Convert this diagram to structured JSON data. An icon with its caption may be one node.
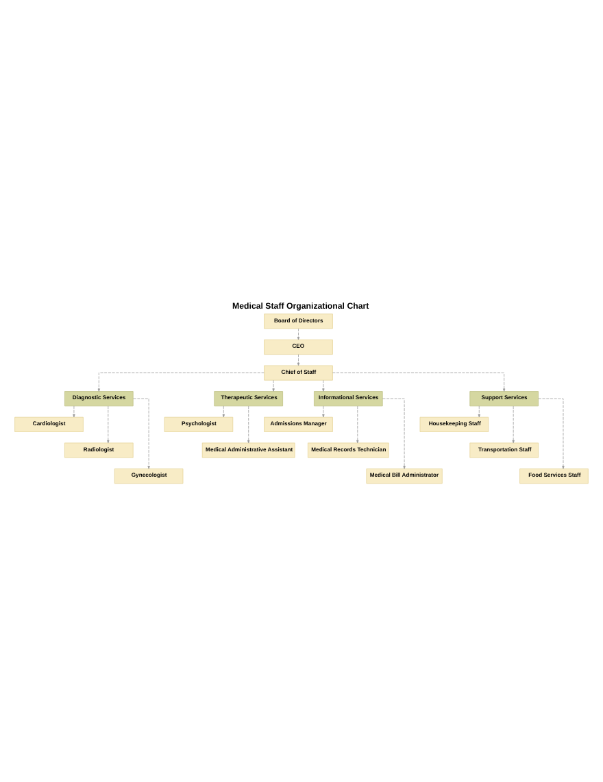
{
  "diagram": {
    "title": "Medical Staff Organizational Chart",
    "nodes": [
      {
        "text": [
          "Board of Directors"
        ]
      },
      {
        "text": [
          "CEO"
        ]
      },
      {
        "text": [
          "Chief of Staff"
        ]
      },
      {
        "text": [
          "Diagnostic Services"
        ]
      },
      {
        "text": [
          "Cardiologist"
        ]
      },
      {
        "text": [
          "Radiologist"
        ]
      },
      {
        "text": [
          "Gynecologist"
        ]
      },
      {
        "text": [
          "Therapeutic Services"
        ]
      },
      {
        "text": [
          "Psychologist"
        ]
      },
      {
        "text": [
          "Medical Administrative Assistant"
        ]
      },
      {
        "text": [
          "Informational Services"
        ]
      },
      {
        "text": [
          "Admissions Manager"
        ]
      },
      {
        "text": [
          "Medical Records Technician"
        ]
      },
      {
        "text": [
          "Medical Bill Administrator"
        ]
      },
      {
        "text": [
          "Support Services"
        ]
      },
      {
        "text": [
          "Housekeeping Staff"
        ]
      },
      {
        "text": [
          "Transportation Staff"
        ]
      },
      {
        "text": [
          "Food Services Staff"
        ]
      }
    ],
    "edges": [
      {
        "from": 0,
        "to": 1,
        "arrow": "to",
        "style": "dashed"
      },
      {
        "from": 1,
        "to": 2,
        "arrow": "to",
        "style": "dashed"
      },
      {
        "from": 2,
        "to": 3,
        "arrow": "to",
        "style": "dashed"
      },
      {
        "from": 2,
        "to": 7,
        "arrow": "to",
        "style": "dashed"
      },
      {
        "from": 2,
        "to": 10,
        "arrow": "to",
        "style": "dashed"
      },
      {
        "from": 2,
        "to": 14,
        "arrow": "to",
        "style": "dashed"
      },
      {
        "from": 3,
        "to": 4,
        "arrow": "to",
        "style": "dashed"
      },
      {
        "from": 3,
        "to": 5,
        "arrow": "to",
        "style": "dashed"
      },
      {
        "from": 3,
        "to": 6,
        "arrow": "to",
        "style": "dashed"
      },
      {
        "from": 7,
        "to": 8,
        "arrow": "to",
        "style": "dashed"
      },
      {
        "from": 7,
        "to": 9,
        "arrow": "to",
        "style": "dashed"
      },
      {
        "from": 10,
        "to": 11,
        "arrow": "to",
        "style": "dashed"
      },
      {
        "from": 10,
        "to": 12,
        "arrow": "to",
        "style": "dashed"
      },
      {
        "from": 10,
        "to": 13,
        "arrow": "to",
        "style": "dashed"
      },
      {
        "from": 14,
        "to": 15,
        "arrow": "to",
        "style": "dashed"
      },
      {
        "from": 14,
        "to": 16,
        "arrow": "to",
        "style": "dashed"
      },
      {
        "from": 14,
        "to": 17,
        "arrow": "to",
        "style": "dashed"
      }
    ]
  }
}
